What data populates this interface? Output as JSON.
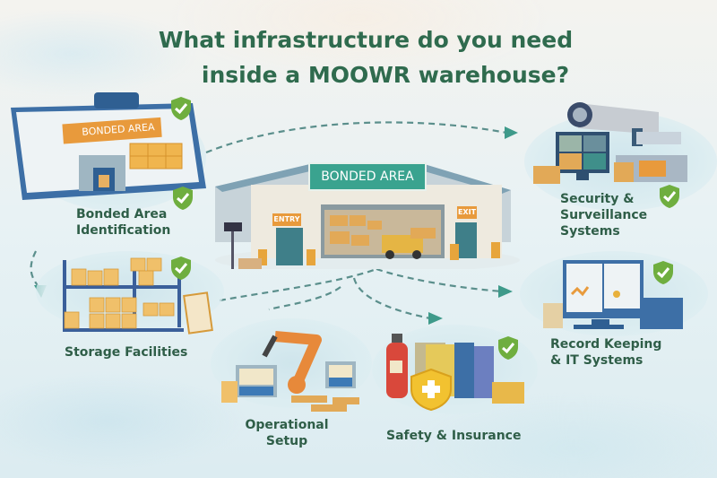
{
  "title": {
    "line1": "What infrastructure do you need",
    "line2": "inside a MOOWR warehouse?"
  },
  "center": {
    "sign": "BONDED AREA",
    "entry": "ENTRY",
    "exit": "EXIT"
  },
  "sections": [
    {
      "id": "bonded",
      "label_l1": "Bonded Area",
      "label_l2": "Identification",
      "sign": "BONDED AREA",
      "icon": "clipboard-icon"
    },
    {
      "id": "security",
      "label_l1": "Security &",
      "label_l2": "Surveillance",
      "label_l3": "Systems",
      "icon": "cctv-camera-icon"
    },
    {
      "id": "storage",
      "label_l1": "Storage Facilities",
      "icon": "rack-icon"
    },
    {
      "id": "records",
      "label_l1": "Record Keeping",
      "label_l2": "& IT Systems",
      "icon": "computer-icon"
    },
    {
      "id": "operational",
      "label_l1": "Operational",
      "label_l2": "Setup",
      "icon": "robot-arm-icon"
    },
    {
      "id": "safety",
      "label_l1": "Safety & Insurance",
      "icon": "fire-extinguisher-icon"
    }
  ],
  "colors": {
    "title": "#2f6b4e",
    "label": "#2f5e48",
    "shield": "#6fae3f",
    "arrow": "#3e8f86",
    "sign_teal": "#3aa38f",
    "sign_orange": "#e89a3c"
  }
}
